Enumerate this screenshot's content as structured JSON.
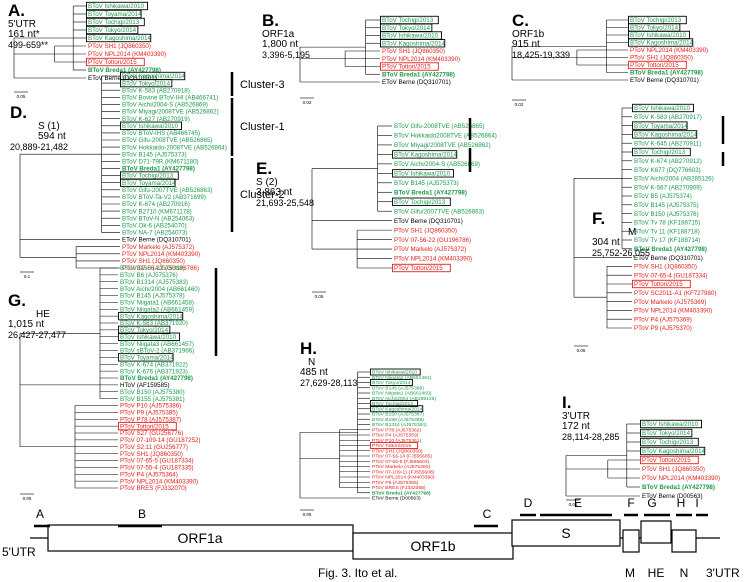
{
  "caption": "Fig. 3. Ito et al.",
  "panels": {
    "A": {
      "letter": "A.",
      "region": "5'UTR",
      "length": "161 nt*",
      "positions": "499-659**"
    },
    "B": {
      "letter": "B.",
      "region": "ORF1a",
      "length": "1,800 nt",
      "positions": "3,396-5,195"
    },
    "C": {
      "letter": "C.",
      "region": "ORF1b",
      "length": "915 nt",
      "positions": "18,425-19,339"
    },
    "D": {
      "letter": "D.",
      "region": "S (1)",
      "length": "594 nt",
      "positions": "20,889-21,482"
    },
    "E": {
      "letter": "E.",
      "region": "S (2)",
      "length": "3,863 nt",
      "positions": "21,693-25,548"
    },
    "F": {
      "letter": "F.",
      "region": "M",
      "length": "304 nt",
      "positions": "25,752-26,055"
    },
    "G": {
      "letter": "G.",
      "region": "HE",
      "length": "1,015 nt",
      "positions": "26,427-27,477"
    },
    "H": {
      "letter": "H.",
      "region": "N",
      "length": "485 nt",
      "positions": "27,629-28,113"
    },
    "I": {
      "letter": "I.",
      "region": "3'UTR",
      "length": "172 nt",
      "positions": "28,114-28,285"
    }
  },
  "clusters": [
    "Cluster-3",
    "Cluster-1",
    "Cluster-2"
  ],
  "colors": {
    "btov": "#1a9a4a",
    "ptov": "#e0201c",
    "etov": "#000000",
    "box_green": "#1a9a4a",
    "box_red": "#e0201c"
  },
  "trees": {
    "A": {
      "scale": "0.05",
      "leaves": [
        [
          "BToV Ishikawa/2010",
          "g",
          1,
          0
        ],
        [
          "BToV Toyama/2014",
          "g",
          1,
          0
        ],
        [
          "BToV Tochigi/2013",
          "g",
          1,
          0
        ],
        [
          "BToV Tokyo/2014",
          "g",
          1,
          0
        ],
        [
          "BToV Kagoshima/2014",
          "g",
          1,
          0
        ],
        [
          "PToV SH1 (JQ860350)",
          "r",
          0,
          0
        ],
        [
          "PToV NPL2014 (KM403390)",
          "r",
          0,
          0
        ],
        [
          "PToV Tottori/2015",
          "r",
          0,
          1
        ],
        [
          "BToV Breda1 (AY427798)",
          "g",
          0,
          0
        ],
        [
          "EToV Berne (DQ310701)",
          "k",
          0,
          0
        ]
      ]
    },
    "B": {
      "scale": "0.02",
      "leaves": [
        [
          "BToV Tochigi/2013",
          "g",
          1,
          0
        ],
        [
          "BToV Tokyo/2014",
          "g",
          1,
          0
        ],
        [
          "BToV Ishikawa/2010",
          "g",
          1,
          0
        ],
        [
          "BToV Kagoshima/2014",
          "g",
          1,
          0
        ],
        [
          "PToV SH1 (JQ860350)",
          "r",
          0,
          0
        ],
        [
          "PToV NPL2014 (KM403390)",
          "r",
          0,
          0
        ],
        [
          "PToV Tottori/2015",
          "r",
          0,
          1
        ],
        [
          "BToV Breda1 (AY427798)",
          "g",
          0,
          0
        ],
        [
          "EToV Berne (DQ310701)",
          "k",
          0,
          0
        ]
      ]
    },
    "C": {
      "scale": "0.02",
      "leaves": [
        [
          "BToV Tochigi/2013",
          "g",
          1,
          0
        ],
        [
          "BToV Tokyo/2014",
          "g",
          1,
          0
        ],
        [
          "BToV Ishikawa/2010",
          "g",
          1,
          0
        ],
        [
          "BToV Kagoshima/2014",
          "g",
          1,
          0
        ],
        [
          "PToV NPL2014 (KM403390)",
          "r",
          0,
          0
        ],
        [
          "PToV SH1 (JQ860350)",
          "r",
          0,
          0
        ],
        [
          "PToV Tottori/2015",
          "r",
          0,
          1
        ],
        [
          "BToV Breda1 (AY427798)",
          "g",
          0,
          0
        ],
        [
          "EToV Berne (DQ310701)",
          "k",
          0,
          0
        ]
      ]
    },
    "D": {
      "scale": "0.1",
      "leaves": [
        [
          "BToV Kagoshima/2014",
          "g",
          1,
          0
        ],
        [
          "BToV Tokyo/2014",
          "g",
          1,
          0
        ],
        [
          "BToV K-583 (AB270918)",
          "g",
          0,
          0
        ],
        [
          "BToV Bovine BToV-IHI (AB466741)",
          "g",
          0,
          0
        ],
        [
          "BToV Aichi/2004-S (AB526869)",
          "g",
          0,
          0
        ],
        [
          "BToV Miyagi/2008TVE (AB526862)",
          "g",
          0,
          0
        ],
        [
          "BToV K-627 (AB270919)",
          "g",
          0,
          0
        ],
        [
          "BToV Ishikawa/2010",
          "g",
          1,
          0
        ],
        [
          "BToV BToV-IHS (AB466745)",
          "g",
          0,
          0
        ],
        [
          "BToV Gifu-2008TVE (AB526865)",
          "g",
          0,
          0
        ],
        [
          "BToV Hokkaido-2008TVE (AB526864)",
          "g",
          0,
          0
        ],
        [
          "BToV B145 (AJ575373)",
          "g",
          0,
          0
        ],
        [
          "BToV D71-79R (KM671180)",
          "g",
          0,
          0
        ],
        [
          "BToV Breda1 (AY427798)",
          "g",
          0,
          0
        ],
        [
          "BToV Tochigi/2013",
          "g",
          1,
          0
        ],
        [
          "BToV Toyama/2014",
          "g",
          1,
          0
        ],
        [
          "BToV Gifu-2007TVE (AB526863)",
          "g",
          0,
          0
        ],
        [
          "BToV BToV-Ta-V2 (AB371699)",
          "g",
          0,
          0
        ],
        [
          "BToV K-674 (AB270916)",
          "g",
          0,
          0
        ],
        [
          "BToV B2710 (KM671178)",
          "g",
          0,
          0
        ],
        [
          "BToV BToV-N (AB254063)",
          "g",
          0,
          0
        ],
        [
          "BToV Ok-6 (AB254070)",
          "g",
          0,
          0
        ],
        [
          "BToV NA-7 (AB254073)",
          "g",
          0,
          0
        ],
        [
          "EToV Berne (DQ310701)",
          "k",
          0,
          0
        ],
        [
          "PToV Markelo (AJ575372)",
          "r",
          0,
          0
        ],
        [
          "PToV NPL2014 (KM403390)",
          "r",
          0,
          0
        ],
        [
          "PToV SH1 (JQ860350)",
          "r",
          0,
          0
        ],
        [
          "PToV 07-56-22 (GU196786)",
          "r",
          0,
          0
        ]
      ]
    },
    "E": {
      "scale": "0.05",
      "leaves": [
        [
          "BToV Gifu-2008TVE (AB526865)",
          "g",
          0,
          0
        ],
        [
          "BToV Hokkaido2008TVE (AB526864)",
          "g",
          0,
          0
        ],
        [
          "BToV Miyagi/2008TVE (AB526862)",
          "g",
          0,
          0
        ],
        [
          "BToV Kagoshima/2014",
          "g",
          1,
          0
        ],
        [
          "BToV Aichi/2004-S (AB526869)",
          "g",
          0,
          0
        ],
        [
          "BToV Ishikawa/2010",
          "g",
          1,
          0
        ],
        [
          "BToV B145 (AJ575373)",
          "g",
          0,
          0
        ],
        [
          "BToV Breda1 (AY427798)",
          "g",
          0,
          0
        ],
        [
          "BToV Tochigi/2013",
          "g",
          1,
          0
        ],
        [
          "BToV Gifu/2007TVE (AB526863)",
          "g",
          0,
          0
        ],
        [
          "EToV Berne (DQ310701)",
          "k",
          0,
          0
        ],
        [
          "PToV SH1 (JQ860350)",
          "r",
          0,
          0
        ],
        [
          "PToV 07-56-22 (GU196786)",
          "r",
          0,
          0
        ],
        [
          "PToV Markelo (AJ575372)",
          "r",
          0,
          0
        ],
        [
          "PToV NPL2014 (KM403390)",
          "r",
          0,
          0
        ],
        [
          "PToV Tottori/2015",
          "r",
          0,
          1
        ]
      ]
    },
    "F": {
      "scale": "0.05",
      "leaves": [
        [
          "BToV Ishikawa/2010",
          "g",
          1,
          0
        ],
        [
          "BToV K-583 (AB270917)",
          "g",
          0,
          0
        ],
        [
          "BToV Toyama/2014",
          "g",
          1,
          0
        ],
        [
          "BToV Kagoshima/2014",
          "g",
          1,
          0
        ],
        [
          "BToV K-645 (AB270911)",
          "g",
          0,
          0
        ],
        [
          "BToV Tochigi/2013",
          "g",
          1,
          0
        ],
        [
          "BToV K-674 (AB270912)",
          "g",
          0,
          0
        ],
        [
          "BToV K677 (DQ776603)",
          "g",
          0,
          0
        ],
        [
          "BToV Aichi/2004 (AB285126)",
          "g",
          0,
          0
        ],
        [
          "BToV K-567 (AB270909)",
          "g",
          0,
          0
        ],
        [
          "BToV B5 (AJ575374)",
          "g",
          0,
          0
        ],
        [
          "BToV B145 (AJ575375)",
          "g",
          0,
          0
        ],
        [
          "BToV B150 (AJ575376)",
          "g",
          0,
          0
        ],
        [
          "BToV Tv 78 (KF188715)",
          "g",
          0,
          0
        ],
        [
          "BToV Tv 11 (KF188718)",
          "g",
          0,
          0
        ],
        [
          "BToV Tv 17 (KF188714)",
          "g",
          0,
          0
        ],
        [
          "BToV Breda1 (AY427798)",
          "g",
          0,
          0
        ],
        [
          "EToV Berne (DQ310701)",
          "k",
          0,
          0
        ],
        [
          "PToV SH1 (JQ860350)",
          "r",
          0,
          0
        ],
        [
          "PToV 07-65-4 (GU187334)",
          "r",
          0,
          0
        ],
        [
          "PToV Tottori/2015",
          "r",
          0,
          1
        ],
        [
          "PToV SC2011-A1 (KF727980)",
          "r",
          0,
          0
        ],
        [
          "PToV Markelo (AJ575369)",
          "r",
          0,
          0
        ],
        [
          "PToV NPL2014 (KM403390)",
          "r",
          0,
          0
        ],
        [
          "PToV P4 (AJ575369)",
          "r",
          0,
          0
        ],
        [
          "PToV P9 (AJ575370)",
          "r",
          0,
          0
        ]
      ]
    },
    "G": {
      "scale": "0.05",
      "leaves": [
        [
          "BToV B150 (AJ575388)",
          "g",
          0,
          0
        ],
        [
          "BToV B6 (AJ575376)",
          "g",
          0,
          0
        ],
        [
          "BToV B1314 (AJ575383)",
          "g",
          0,
          0
        ],
        [
          "BToV Aichi/2004 (AB661460)",
          "g",
          0,
          0
        ],
        [
          "BToV B145 (AJ575378)",
          "g",
          0,
          0
        ],
        [
          "BToV Niigata1 (AB661458)",
          "g",
          0,
          0
        ],
        [
          "BToV Niigata2 (AB661459)",
          "g",
          0,
          0
        ],
        [
          "BToV Kagoshima/2014",
          "g",
          1,
          0
        ],
        [
          "BToV K-583 (AB371920)",
          "g",
          0,
          0
        ],
        [
          "BToV Tokyo/2014",
          "g",
          1,
          0
        ],
        [
          "BToV Ishikawa/2010",
          "g",
          1,
          0
        ],
        [
          "BToV Niigata3 (AB661457)",
          "g",
          0,
          0
        ],
        [
          "BToV sBToV-2 (AB371966)",
          "g",
          0,
          0
        ],
        [
          "BToV Toyama/2014",
          "g",
          1,
          0
        ],
        [
          "BToV K-674 (AB371922)",
          "g",
          0,
          0
        ],
        [
          "BToV K-676 (AB371923)",
          "g",
          0,
          0
        ],
        [
          "BToV Breda1 (AY427798)",
          "g",
          0,
          0
        ],
        [
          "HToV (AF159585)",
          "k",
          0,
          0
        ],
        [
          "BToV B150 (AJ575380)",
          "g",
          0,
          0
        ],
        [
          "BToV B155 (AJ575381)",
          "g",
          0,
          0
        ],
        [
          "PToV P10 (AJ575386)",
          "r",
          0,
          0
        ],
        [
          "PToV P9 (AJ575385)",
          "r",
          0,
          0
        ],
        [
          "PToV P78 (AJ575387)",
          "r",
          0,
          0
        ],
        [
          "PToV Tottori/2015",
          "r",
          0,
          1
        ],
        [
          "PToV S27 (GU256776)",
          "r",
          0,
          0
        ],
        [
          "PToV 07-109-14 (GU187252)",
          "r",
          0,
          0
        ],
        [
          "PToV S2.11 (GU256777)",
          "r",
          0,
          0
        ],
        [
          "PToV SH1 (JQ860350)",
          "r",
          0,
          0
        ],
        [
          "PToV 07-65-5 (GU187334)",
          "r",
          0,
          0
        ],
        [
          "PToV 07-55-4 (GU187335)",
          "r",
          0,
          0
        ],
        [
          "PToV P4 (AJ575364)",
          "r",
          0,
          0
        ],
        [
          "PToV NPL2014 (KM403390)",
          "r",
          0,
          0
        ],
        [
          "PToV BRES (FJ332070)",
          "r",
          0,
          0
        ]
      ]
    },
    "H": {
      "scale": "0.05",
      "leaves": [
        [
          "BToV Ishikawa/2010",
          "g",
          1,
          0
        ],
        [
          "BToV Niigata2 (AB661461)",
          "g",
          0,
          0
        ],
        [
          "BToV Tokyo/2014",
          "g",
          1,
          0
        ],
        [
          "BToV B145 (AJ575388)",
          "g",
          0,
          0
        ],
        [
          "BToV Niigata1 (AB661460)",
          "g",
          0,
          0
        ],
        [
          "BToV Aichi/2004 (AB285125)",
          "g",
          0,
          0
        ],
        [
          "BToV Tochigi/2013",
          "g",
          1,
          0
        ],
        [
          "BToV Kagoshima/2014",
          "g",
          1,
          0
        ],
        [
          "BToV B150 (AJ575387)",
          "g",
          0,
          0
        ],
        [
          "BToV B198 (AJ575385)",
          "g",
          0,
          0
        ],
        [
          "BToV B1314 (AJ575384)",
          "g",
          0,
          0
        ],
        [
          "PToV P78 (AJ575362)",
          "r",
          0,
          0
        ],
        [
          "PToV P4 (AJ575359)",
          "r",
          0,
          0
        ],
        [
          "PToV P10 (AJ575361)",
          "r",
          0,
          0
        ],
        [
          "PToV Tottori/2015",
          "r",
          0,
          1
        ],
        [
          "PToV SH1 (JQ860350)",
          "r",
          0,
          0
        ],
        [
          "PToV 07-56-14 (FJ555605)",
          "r",
          0,
          0
        ],
        [
          "PToV 07-65-5 (FJ555603)",
          "r",
          0,
          0
        ],
        [
          "PToV Markelo (AJ575360)",
          "r",
          0,
          0
        ],
        [
          "PToV 07-109-11 (FJ555608)",
          "r",
          0,
          0
        ],
        [
          "PToV NPL2014 (KM403390)",
          "r",
          0,
          0
        ],
        [
          "PToV P9 (AJ575355)",
          "r",
          0,
          0
        ],
        [
          "PToV BRES (FJ332068)",
          "r",
          0,
          0
        ],
        [
          "BToV Breda1 (AY427798)",
          "g",
          0,
          0
        ],
        [
          "EToV Berne (D00563)",
          "k",
          0,
          0
        ]
      ]
    },
    "I": {
      "scale": "0.01",
      "leaves": [
        [
          "BToV Ishikawa/2010",
          "g",
          1,
          0
        ],
        [
          "BToV Tokyo/2014",
          "g",
          1,
          0
        ],
        [
          "BToV Tochigi/2013",
          "g",
          1,
          0
        ],
        [
          "BToV Kagoshima/2014",
          "g",
          1,
          0
        ],
        [
          "PToV Tottori/2015",
          "r",
          0,
          1
        ],
        [
          "PToV SH1 (JQ860350)",
          "r",
          0,
          0
        ],
        [
          "PToV NPL2014 (KM403390)",
          "r",
          0,
          0
        ],
        [
          "BToV Breda1 (AY427798)",
          "g",
          0,
          0
        ],
        [
          "EToV Berne (D00563)",
          "k",
          0,
          0
        ]
      ]
    }
  },
  "genome": {
    "left_label": "5'UTR",
    "right_label": "3'UTR",
    "genes": [
      "ORF1a",
      "ORF1b",
      "S",
      "M",
      "HE",
      "N"
    ],
    "region_letters": [
      "A",
      "B",
      "C",
      "D",
      "E",
      "F",
      "G",
      "H",
      "I"
    ]
  }
}
